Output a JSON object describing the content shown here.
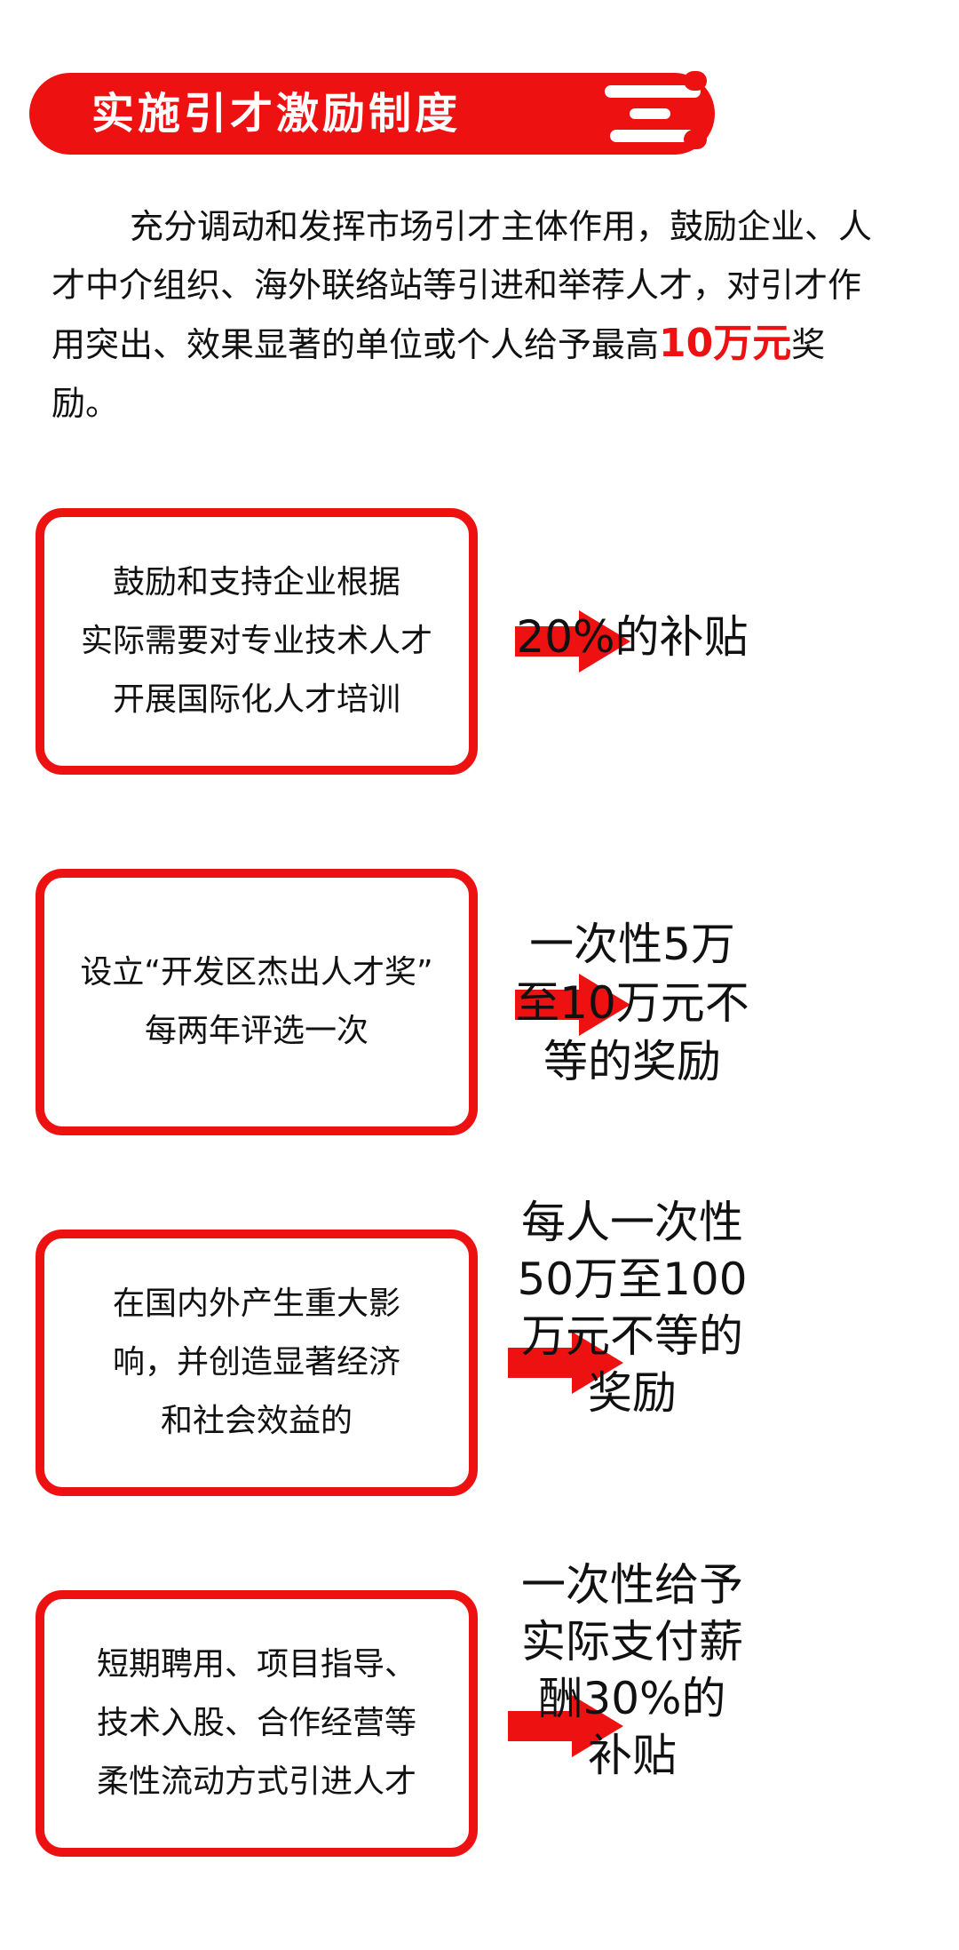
{
  "banner": {
    "title": "实施引才激励制度"
  },
  "intro": {
    "text_before": "充分调动和发挥市场引才主体作用，鼓励企业、人才中介组织、海外联络站等引进和举荐人才，对引才作用突出、效果显著的单位或个人给予最高",
    "highlight": "10万元",
    "text_after": "奖励。"
  },
  "items": [
    {
      "condition": "鼓励和支持企业根据\n实际需要对专业技术人才\n开展国际化人才培训",
      "reward": "20%的补贴"
    },
    {
      "condition": "设立“开发区杰出人才奖”\n每两年评选一次",
      "reward": "一次性5万\n至10万元不\n等的奖励"
    },
    {
      "condition": "在国内外产生重大影\n响，并创造显著经济\n和社会效益的",
      "reward": "每人一次性\n50万至100\n万元不等的\n奖励"
    },
    {
      "condition": "短期聘用、项目指导、\n技术入股、合作经营等\n柔性流动方式引进人才",
      "reward": "一次性给予\n实际支付薪\n酬30%的\n补贴"
    }
  ],
  "colors": {
    "accent": "#ee1111",
    "text": "#111111",
    "background": "#ffffff"
  },
  "icons": {
    "arrow": "right-arrow-icon",
    "banner_decoration": "speed-lines-icon"
  }
}
